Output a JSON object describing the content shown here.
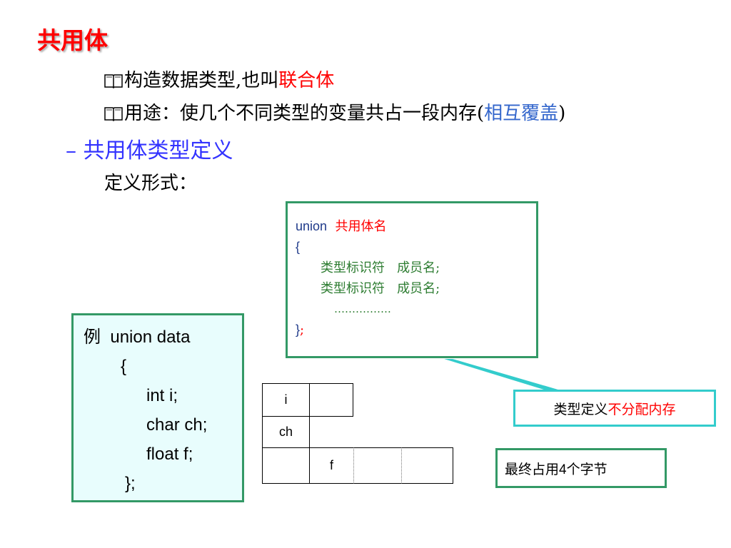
{
  "title": "共用体",
  "bullets": [
    {
      "prefix": "构造数据类型,也叫",
      "highlight": "联合体"
    },
    {
      "prefix": "用途：使几个不同类型的变量共占一段内存(",
      "highlight": "相互覆盖",
      "suffix": ")"
    }
  ],
  "subheading": "– 共用体类型定义",
  "form_label": "定义形式：",
  "definition_box": {
    "line1_kw": "union",
    "line1_name": "共用体名",
    "open_brace": "{",
    "member1_type": "类型标识符",
    "member1_name": "成员名;",
    "member2_type": "类型标识符",
    "member2_name": "成员名;",
    "ellipsis": "…………….",
    "close_brace": "}",
    "close_semi": ";"
  },
  "example": {
    "label": "例",
    "decl": "union data",
    "open_brace": "{",
    "fields": [
      "int i;",
      "char ch;",
      "float f;"
    ],
    "close": "};"
  },
  "memory_diagram": {
    "i_label": "i",
    "ch_label": "ch",
    "f_label": "f"
  },
  "callout": {
    "normal": "类型定义",
    "highlight": "不分配内存"
  },
  "final_note": {
    "before": "最终占用",
    "number": "4",
    "after": "个字节"
  },
  "colors": {
    "title": "#ff0000",
    "subheading": "#3333ff",
    "box_border": "#339966",
    "callout_border": "#33cccc",
    "example_bg": "#e8fdfd"
  },
  "icons": [
    "book-icon"
  ]
}
